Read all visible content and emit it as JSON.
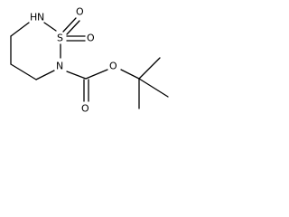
{
  "molecule": {
    "atoms": {
      "nh_h": "H",
      "nh_n": "N",
      "sulfur": "S",
      "oxo_top": "O",
      "oxo_right": "O",
      "ring_n": "N",
      "carbonyl_o": "O",
      "ester_o": "O"
    },
    "colors": {
      "ink": "#000000",
      "background": "#ffffff"
    }
  }
}
